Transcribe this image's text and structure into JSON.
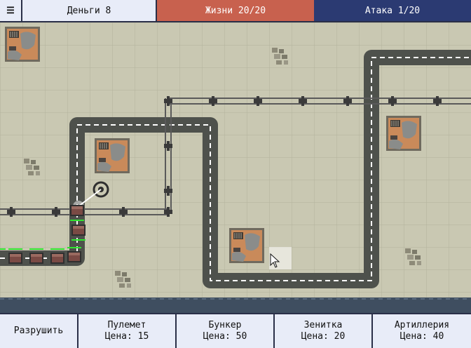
{
  "topbar": {
    "menu_icon": "☰",
    "money": "Деньги 8",
    "lives": "Жизни 20/20",
    "wave": "Атака 1/20"
  },
  "bottombar": {
    "destroy_label": "Разрушить",
    "items": [
      {
        "name": "Пулемет",
        "price": "Цена: 15"
      },
      {
        "name": "Бункер",
        "price": "Цена: 50"
      },
      {
        "name": "Зенитка",
        "price": "Цена: 20"
      },
      {
        "name": "Артиллерия",
        "price": "Цена: 40"
      }
    ]
  },
  "colors": {
    "grass": "#c9c8b2",
    "grid": "#b3b29c",
    "road": "#4e514c",
    "water": "#3f4e60",
    "lives_bg": "#c8614e",
    "wave_bg": "#2b3a72",
    "bar_bg": "#e8ecf8"
  }
}
